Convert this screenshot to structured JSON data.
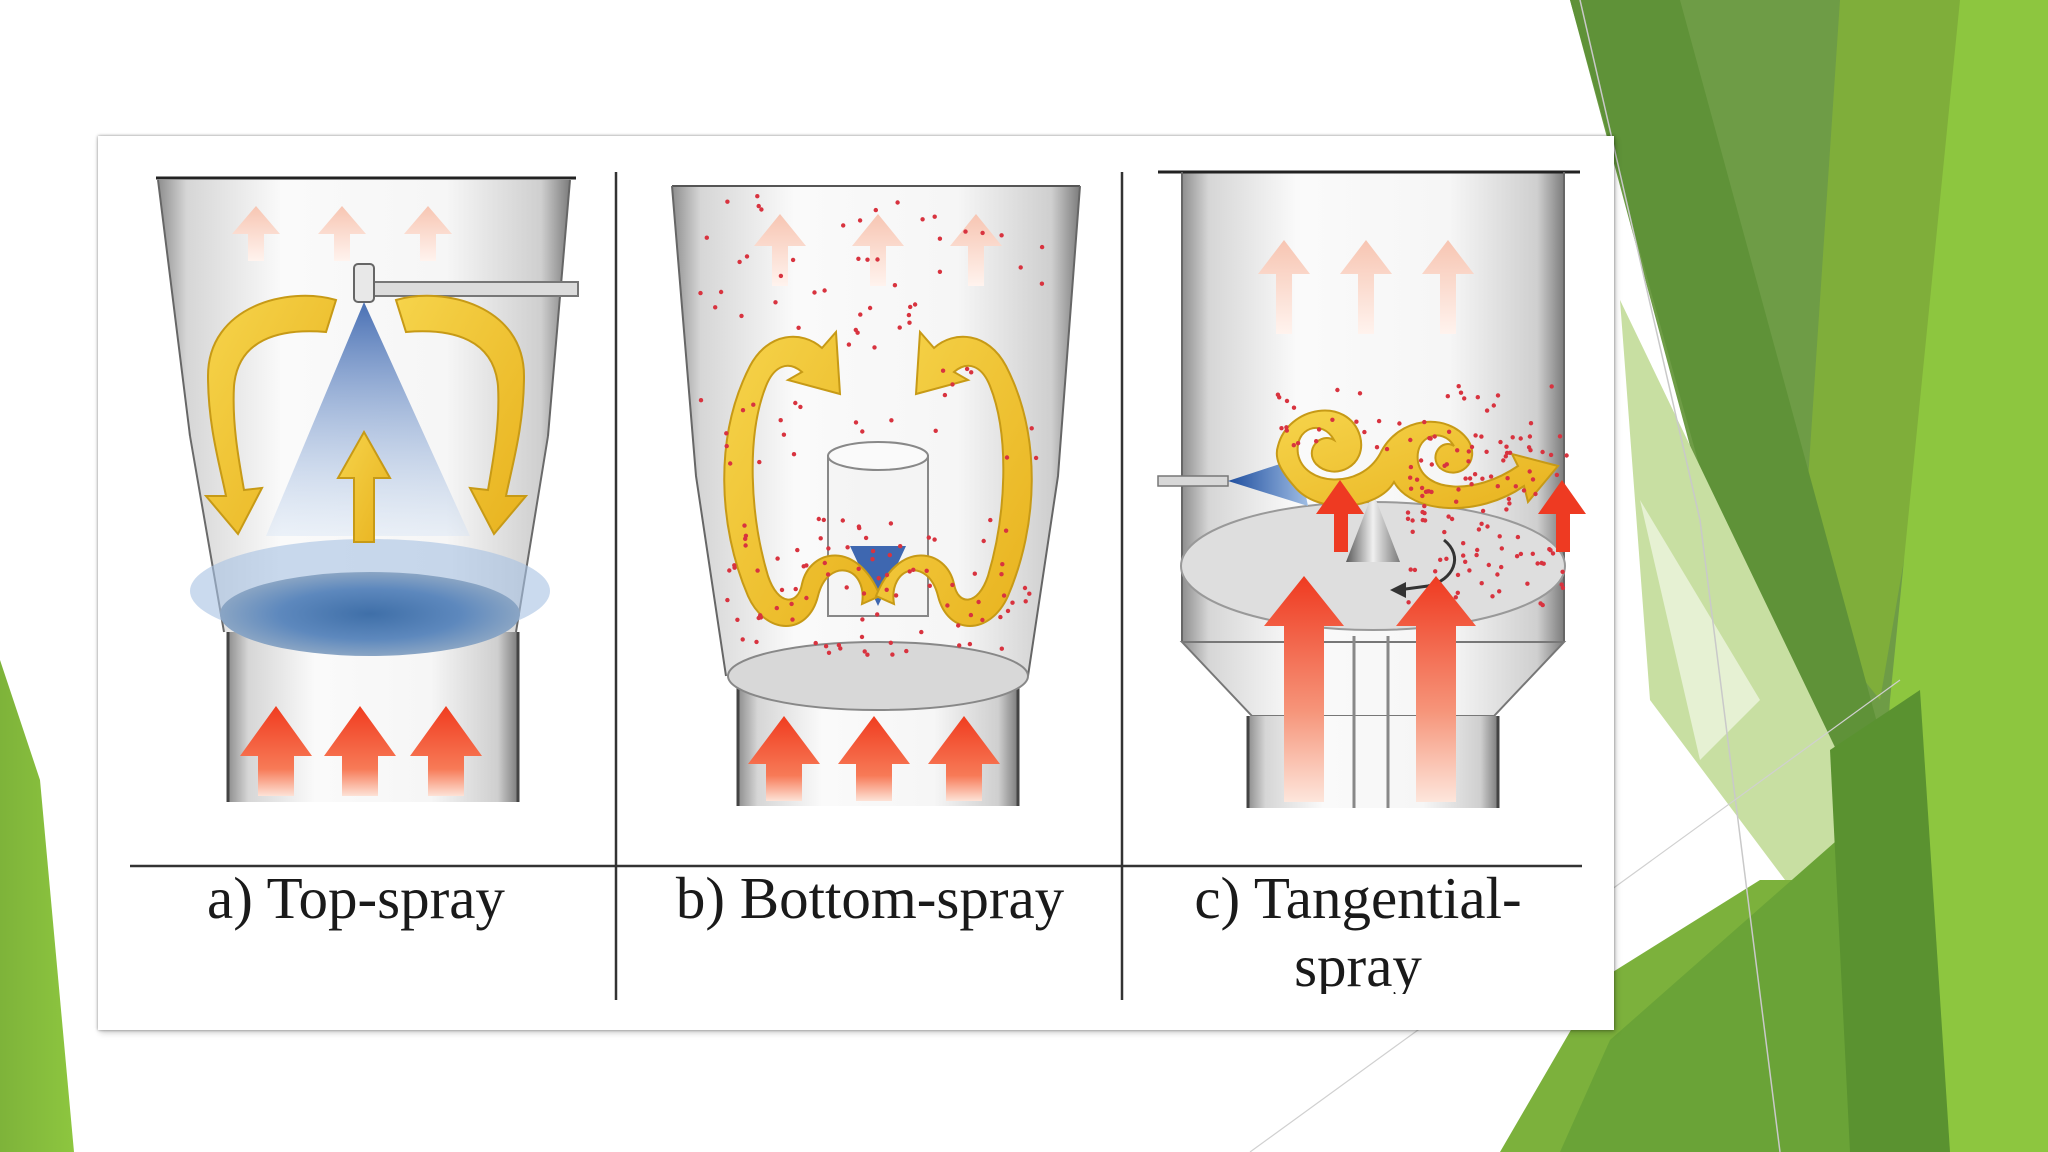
{
  "slide": {
    "background": "#ffffff",
    "accent_colors": [
      "#8dc63f",
      "#6a9a3c",
      "#4e8a2a",
      "#c9e0a4",
      "#e6f1d3"
    ]
  },
  "figure": {
    "panels": [
      {
        "id": "a",
        "caption_line1": "a) Top-spray",
        "caption_line2": ""
      },
      {
        "id": "b",
        "caption_line1": "b) Bottom-spray",
        "caption_line2": ""
      },
      {
        "id": "c",
        "caption_line1": "c) Tangential-",
        "caption_line2": "spray"
      }
    ],
    "colors": {
      "air_arrow": "#f03c1f",
      "air_arrow_faint": "#f8c7b5",
      "particle_flow": "#f2c332",
      "spray_cone": "#3466b4",
      "particles": "#d8333f",
      "chamber_gray": "#9a9a9a"
    }
  }
}
